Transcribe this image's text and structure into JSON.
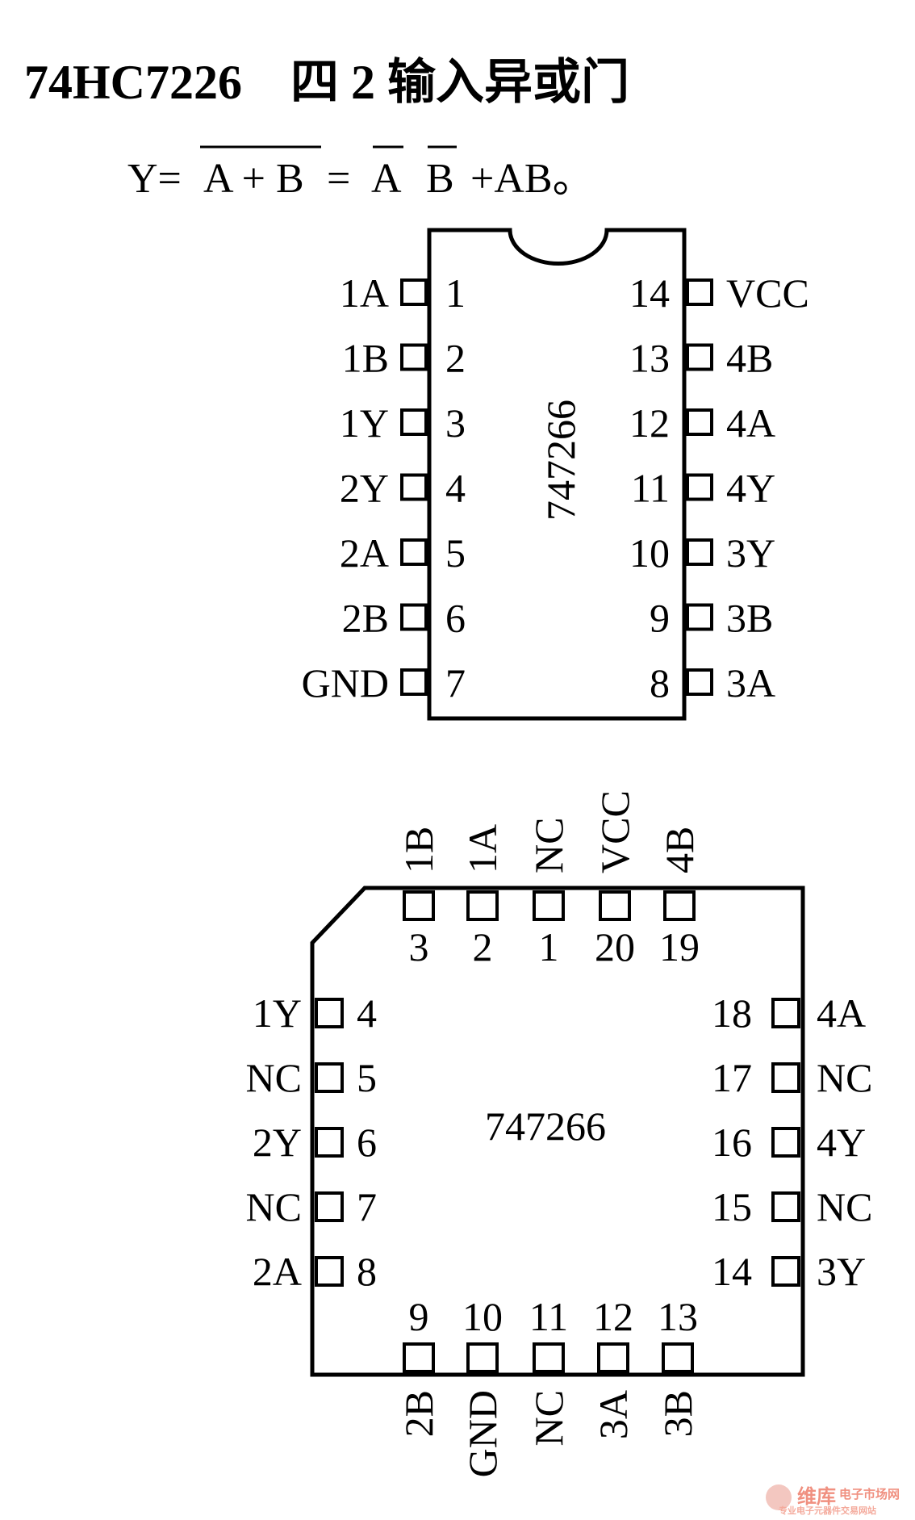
{
  "title": "74HC7226　四 2 输入异或门",
  "formula": {
    "prefix": "Y=",
    "term1": "A + B",
    "equals": "=",
    "a_bar": "A",
    "b_bar": "B",
    "suffix": "+AB。"
  },
  "dip": {
    "chip_label": "747266",
    "left_pins": [
      {
        "name": "1A",
        "num": "1"
      },
      {
        "name": "1B",
        "num": "2"
      },
      {
        "name": "1Y",
        "num": "3"
      },
      {
        "name": "2Y",
        "num": "4"
      },
      {
        "name": "2A",
        "num": "5"
      },
      {
        "name": "2B",
        "num": "6"
      },
      {
        "name": "GND",
        "num": "7"
      }
    ],
    "right_pins": [
      {
        "name": "VCC",
        "num": "14"
      },
      {
        "name": "4B",
        "num": "13"
      },
      {
        "name": "4A",
        "num": "12"
      },
      {
        "name": "4Y",
        "num": "11"
      },
      {
        "name": "3Y",
        "num": "10"
      },
      {
        "name": "3B",
        "num": "9"
      },
      {
        "name": "3A",
        "num": "8"
      }
    ]
  },
  "plcc": {
    "chip_label": "747266",
    "top_pins": [
      {
        "name": "1B",
        "num": "3"
      },
      {
        "name": "1A",
        "num": "2"
      },
      {
        "name": "NC",
        "num": "1"
      },
      {
        "name": "VCC",
        "num": "20"
      },
      {
        "name": "4B",
        "num": "19"
      }
    ],
    "left_pins": [
      {
        "name": "1Y",
        "num": "4"
      },
      {
        "name": "NC",
        "num": "5"
      },
      {
        "name": "2Y",
        "num": "6"
      },
      {
        "name": "NC",
        "num": "7"
      },
      {
        "name": "2A",
        "num": "8"
      }
    ],
    "right_pins": [
      {
        "name": "4A",
        "num": "18"
      },
      {
        "name": "NC",
        "num": "17"
      },
      {
        "name": "4Y",
        "num": "16"
      },
      {
        "name": "NC",
        "num": "15"
      },
      {
        "name": "3Y",
        "num": "14"
      }
    ],
    "bottom_pins": [
      {
        "name": "2B",
        "num": "9"
      },
      {
        "name": "GND",
        "num": "10"
      },
      {
        "name": "NC",
        "num": "11"
      },
      {
        "name": "3A",
        "num": "12"
      },
      {
        "name": "3B",
        "num": "13"
      }
    ]
  },
  "watermark": {
    "brand": "维库",
    "tagline": "电子市场网",
    "subline": "专业电子元器件交易网站"
  }
}
